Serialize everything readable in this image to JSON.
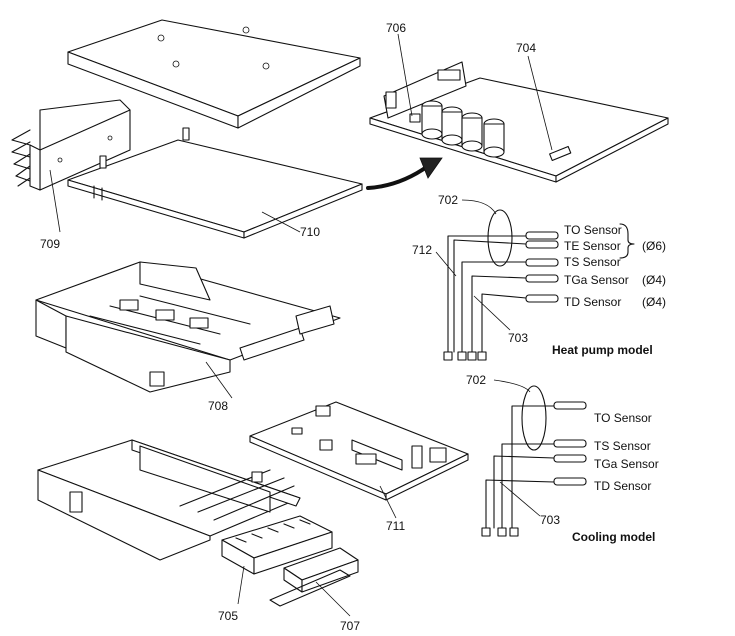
{
  "parts": {
    "p709": "709",
    "p710": "710",
    "p708": "708",
    "p711": "711",
    "p705": "705",
    "p707": "707",
    "p706": "706",
    "p704": "704"
  },
  "heat_pump": {
    "title": "Heat pump model",
    "ref_702": "702",
    "ref_712": "712",
    "ref_703": "703",
    "sensors": [
      "TO Sensor",
      "TE Sensor",
      "TS Sensor",
      "TGa Sensor",
      "TD Sensor"
    ],
    "dia_group": "(Ø6)",
    "dia_tga": "(Ø4)",
    "dia_td": "(Ø4)"
  },
  "cooling": {
    "title": "Cooling model",
    "ref_702": "702",
    "ref_703": "703",
    "sensors": [
      "TO Sensor",
      "TS Sensor",
      "TGa Sensor",
      "TD Sensor"
    ]
  }
}
